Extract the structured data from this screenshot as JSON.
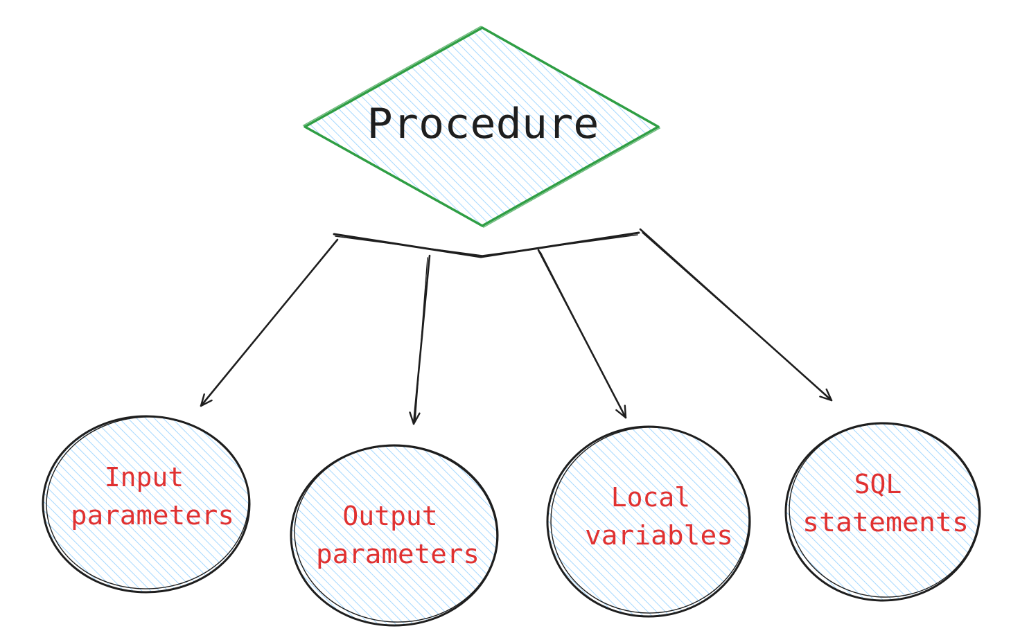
{
  "diagram": {
    "root": {
      "label": "Procedure",
      "shape": "diamond",
      "stroke_color": "#2f9e44",
      "fill_color": "#a5d8ff"
    },
    "children": [
      {
        "line1": "Input",
        "line2": "parameters",
        "shape": "ellipse"
      },
      {
        "line1": "Output",
        "line2": "parameters",
        "shape": "ellipse"
      },
      {
        "line1": "Local",
        "line2": "variables",
        "shape": "ellipse"
      },
      {
        "line1": "SQL",
        "line2": "statements",
        "shape": "ellipse"
      }
    ],
    "colors": {
      "child_text": "#e03131",
      "child_stroke": "#1e1e1e",
      "hatch": "#a5d8ff",
      "arrow": "#1e1e1e"
    }
  }
}
